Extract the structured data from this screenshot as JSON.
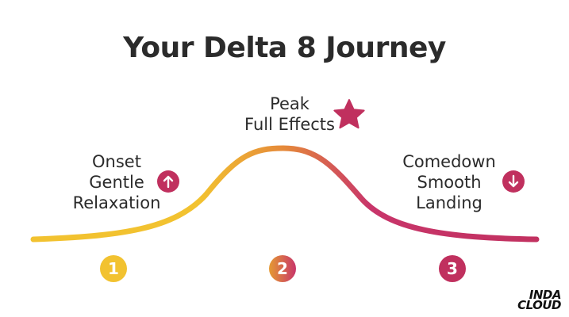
{
  "title": "Your Delta 8 Journey",
  "stages": [
    {
      "line1": "Onset",
      "line2": "Gentle",
      "line3": "Relaxation",
      "icon": "arrow-up-icon",
      "step": "1"
    },
    {
      "line1": "Peak",
      "line2": "Full Effects",
      "icon": "star-icon",
      "step": "2"
    },
    {
      "line1": "Comedown",
      "line2": "Smooth",
      "line3": "Landing",
      "icon": "arrow-down-icon",
      "step": "3"
    }
  ],
  "logo": {
    "line1": "INDA",
    "line2": "CLOUD"
  },
  "colors": {
    "yellow": "#f2c230",
    "orange": "#e5893a",
    "magenta": "#c0305e",
    "text": "#2b2b2b"
  }
}
